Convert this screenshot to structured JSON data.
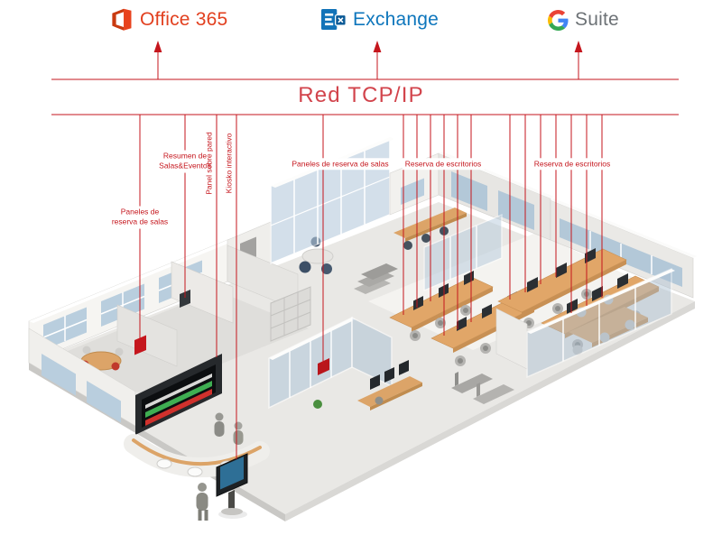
{
  "providers": [
    {
      "id": "office365",
      "label": "Office 365",
      "color": "#e2401f"
    },
    {
      "id": "exchange",
      "label": "Exchange",
      "color": "#0e76bc"
    },
    {
      "id": "gsuite",
      "label": "Suite",
      "color": "#6d7276"
    }
  ],
  "network": {
    "title": "Red TCP/IP",
    "title_color": "#d2444c",
    "line_color": "#c5161d"
  },
  "annotations": [
    {
      "id": "paneles-reserva-salas-izquierda",
      "text": "Paneles de\nreserva de salas"
    },
    {
      "id": "resumen-salas-eventos",
      "text": "Resumen de\nSalas&Eventos"
    },
    {
      "id": "panel-sobre-pared",
      "text": "Panel sobre pared"
    },
    {
      "id": "kiosko-interactivo",
      "text": "Kiosko interactivo"
    },
    {
      "id": "paneles-reserva-salas-centro",
      "text": "Paneles de reserva de salas"
    },
    {
      "id": "reserva-escritorios-centro",
      "text": "Reserva de escritorios"
    },
    {
      "id": "reserva-escritorios-derecha",
      "text": "Reserva de escritorios"
    }
  ]
}
